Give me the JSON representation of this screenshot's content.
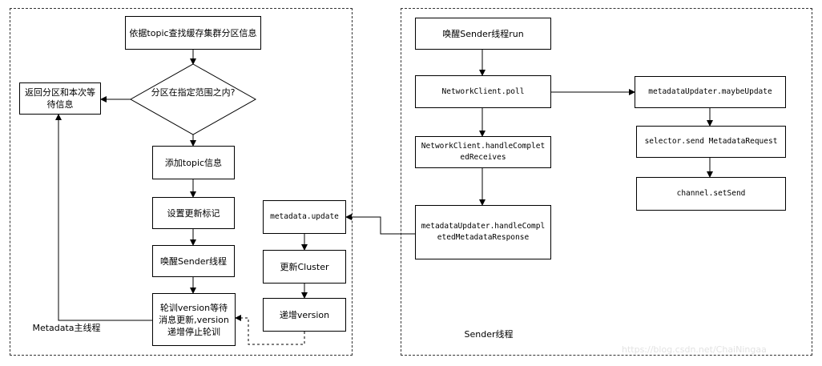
{
  "main_thread": {
    "label": "Metadata主线程",
    "nodes": {
      "lookup": "依据topic查找缓存集群分区信息",
      "decision": "分区在指定范围之内?",
      "return": "返回分区和本次等待信息",
      "add_topic": "添加topic信息",
      "set_flag": "设置更新标记",
      "wake_sender": "唤醒Sender线程",
      "poll_version": "轮训version等待消息更新,version递增停止轮训"
    }
  },
  "update_chain": {
    "metadata_update": "metadata.update",
    "update_cluster": "更新Cluster",
    "increment_version": "递增version"
  },
  "sender_thread": {
    "label": "Sender线程",
    "nodes": {
      "wake_run": "唤醒Sender线程run",
      "poll": "NetworkClient.poll",
      "handle_completed": "NetworkClient.handleCompletedReceives",
      "handle_metadata": "metadataUpdater.handleCompletedMetadataResponse",
      "maybe_update": "metadataUpdater.maybeUpdate",
      "selector_send": "selector.send MetadataRequest",
      "set_send": "channel.setSend"
    }
  },
  "watermark": "https://blog.csdn.net/ChaiNingaa"
}
